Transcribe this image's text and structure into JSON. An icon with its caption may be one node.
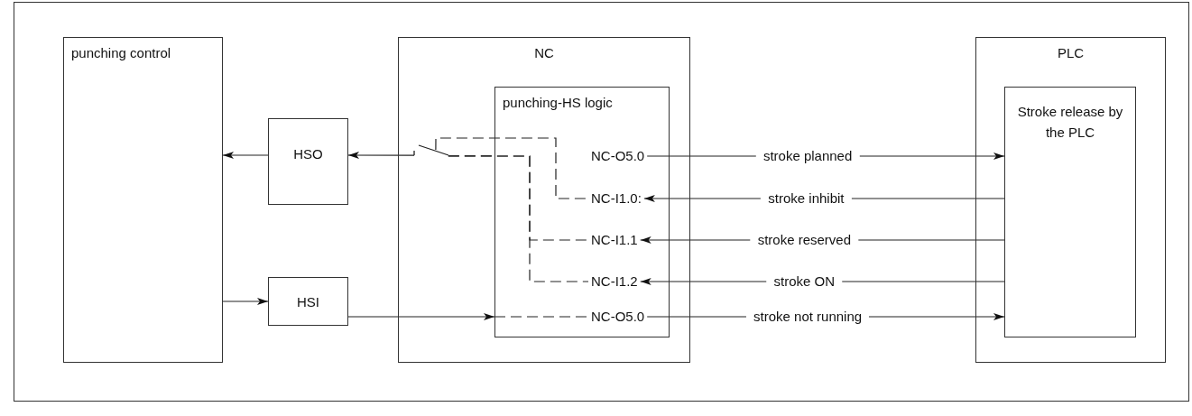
{
  "diagram": {
    "nodes": [
      {
        "text": [
          "punching control"
        ]
      },
      {
        "text": [
          "HSO"
        ]
      },
      {
        "text": [
          "HSI"
        ]
      },
      {
        "text": [
          "NC"
        ]
      },
      {
        "text": [],
        "shape": "switch",
        "in": 3
      },
      {
        "text": [
          "punching-HS logic"
        ],
        "in": 3
      },
      {
        "text": [
          "NC-O5.0"
        ],
        "in": 5
      },
      {
        "text": [
          "NC-I1.0:"
        ],
        "in": 5
      },
      {
        "text": [
          "NC-I1.1"
        ],
        "in": 5
      },
      {
        "text": [
          "NC-I1.2"
        ],
        "in": 5
      },
      {
        "text": [
          "NC-O5.0"
        ],
        "in": 5
      },
      {
        "text": [
          "PLC"
        ]
      },
      {
        "text": [
          "Stroke release by the PLC"
        ],
        "in": 11
      }
    ],
    "edges": [
      {
        "from": 1,
        "to": 0,
        "arrow": "to"
      },
      {
        "from": 4,
        "to": 1,
        "arrow": "to"
      },
      {
        "from": 0,
        "to": 2,
        "arrow": "to"
      },
      {
        "from": 2,
        "to": 5,
        "arrow": "to"
      },
      {
        "from": 5,
        "to": 10,
        "arrow": "none",
        "style": "dashed"
      },
      {
        "from": 4,
        "to": 7,
        "arrow": "none",
        "style": "dashed"
      },
      {
        "from": 4,
        "to": 8,
        "arrow": "none",
        "style": "dashed"
      },
      {
        "from": 4,
        "to": 9,
        "arrow": "none",
        "style": "dashed"
      },
      {
        "from": 6,
        "to": 12,
        "arrow": "to",
        "label": "stroke planned"
      },
      {
        "from": 12,
        "to": 7,
        "arrow": "to",
        "label": "stroke inhibit"
      },
      {
        "from": 12,
        "to": 8,
        "arrow": "to",
        "label": "stroke reserved"
      },
      {
        "from": 12,
        "to": 9,
        "arrow": "to",
        "label": "stroke ON"
      },
      {
        "from": 10,
        "to": 12,
        "arrow": "to",
        "label": "stroke not running"
      }
    ]
  }
}
